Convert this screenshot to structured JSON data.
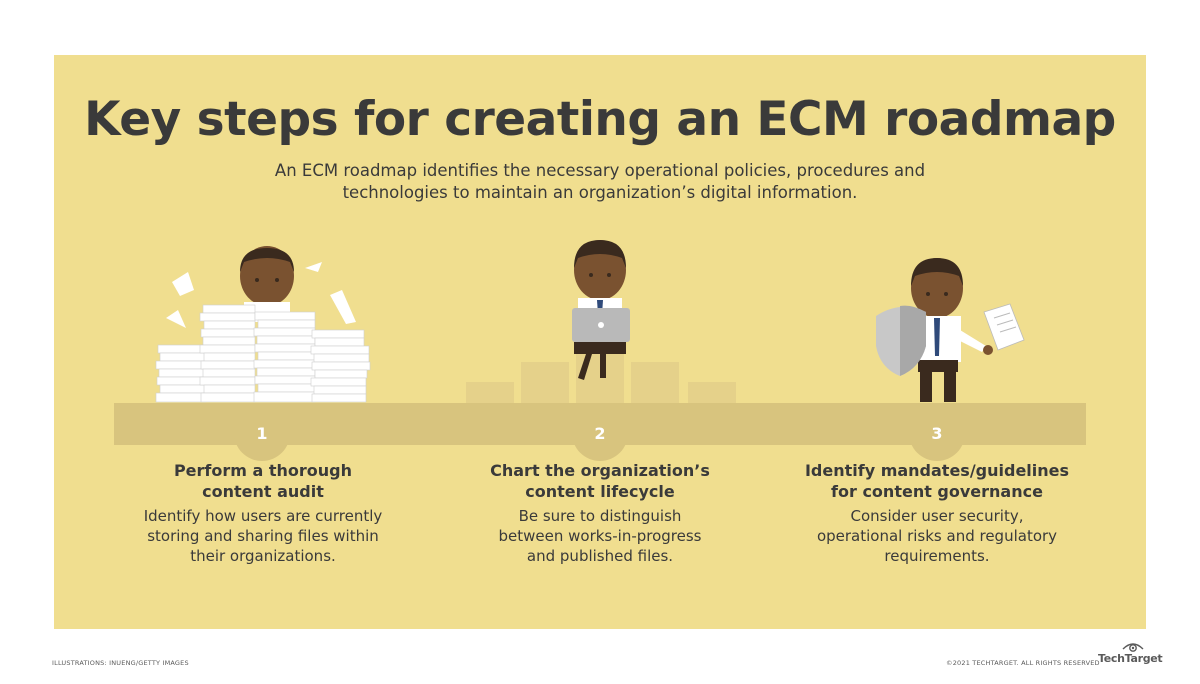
{
  "title": "Key steps for creating an ECM roadmap",
  "subtitle_line1": "An ECM roadmap identifies the necessary operational policies, procedures and",
  "subtitle_line2": "technologies to maintain an organization’s digital information.",
  "steps": [
    {
      "number": "1",
      "heading_line1": "Perform a thorough",
      "heading_line2": "content audit",
      "body_line1": "Identify how users are currently",
      "body_line2": "storing and sharing files within",
      "body_line3": "their organizations."
    },
    {
      "number": "2",
      "heading_line1": "Chart the organization’s",
      "heading_line2": "content lifecycle",
      "body_line1": "Be sure to distinguish",
      "body_line2": "between works-in-progress",
      "body_line3": "and published files."
    },
    {
      "number": "3",
      "heading_line1": "Identify mandates/guidelines",
      "heading_line2": "for content governance",
      "body_line1": "Consider user security,",
      "body_line2": "operational risks and regulatory",
      "body_line3": "requirements."
    }
  ],
  "footer": {
    "credit": "ILLUSTRATIONS: INUENG/GETTY IMAGES",
    "copyright": "©2021 TECHTARGET. ALL RIGHTS RESERVED",
    "brand": "TechTarget"
  },
  "colors": {
    "background": "#f0de8f",
    "band": "#d8c47e",
    "text": "#3a3a3a",
    "skin": "#7a5230",
    "hair": "#3a2a1e"
  },
  "icons": [
    "paper-stack-icon",
    "laptop-icon",
    "shield-icon",
    "document-icon",
    "eye-logo-icon"
  ]
}
